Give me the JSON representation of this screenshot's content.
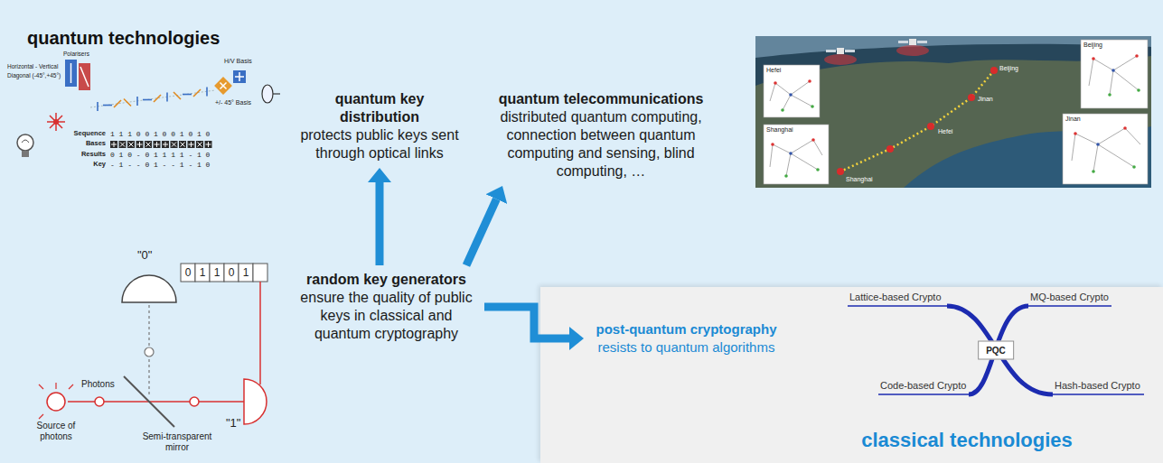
{
  "diagram": {
    "nodes": [
      {
        "text": [
          "quantum technologies"
        ]
      },
      {
        "text": [
          "quantum key distribution",
          "protects public keys sent through optical links"
        ],
        "in": 0
      },
      {
        "text": [
          "quantum telecommunications",
          "distributed quantum computing, connection between quantum computing and sensing, blind computing, …"
        ],
        "in": 0
      },
      {
        "text": [
          "random key generators",
          "ensure the quality of public keys in classical and quantum cryptography"
        ],
        "in": 0
      },
      {
        "text": [
          "classical technologies"
        ]
      },
      {
        "text": [
          "post-quantum cryptography",
          "resists to quantum algorithms"
        ],
        "in": 4
      },
      {
        "text": [
          "PQC"
        ],
        "in": 4
      }
    ],
    "edges": [
      {
        "from": 3,
        "to": 1,
        "arrow": "to"
      },
      {
        "from": 3,
        "to": 2,
        "arrow": "to"
      },
      {
        "from": 3,
        "to": 5,
        "arrow": "to"
      }
    ],
    "labels": [
      "Horizontal - Vertical",
      "Diagonal (-45°,+45°)",
      "Polarisers",
      "H/V Basis",
      "+/- 45° Basis",
      "Sequence",
      "1 1 1 0 0 1 0 0 1 0 1 0",
      "Bases",
      "Results",
      "0 1 0 - 0 1 1 1 1 - 1 0",
      "Key",
      "- 1 - - 0 1 - - 1 - 1 0",
      "Hefei",
      "Beijing",
      "Jinan",
      "Shanghai",
      "Beijing",
      "Jinan",
      "Hefei",
      "Shanghai",
      "\"0\"",
      "0",
      "1",
      "1",
      "0",
      "1",
      "Photons",
      "\"1\"",
      "Source of photons",
      "Semi-transparent mirror",
      "Lattice-based Crypto",
      "MQ-based Crypto",
      "Code-based Crypto",
      "Hash-based Crypto"
    ]
  }
}
